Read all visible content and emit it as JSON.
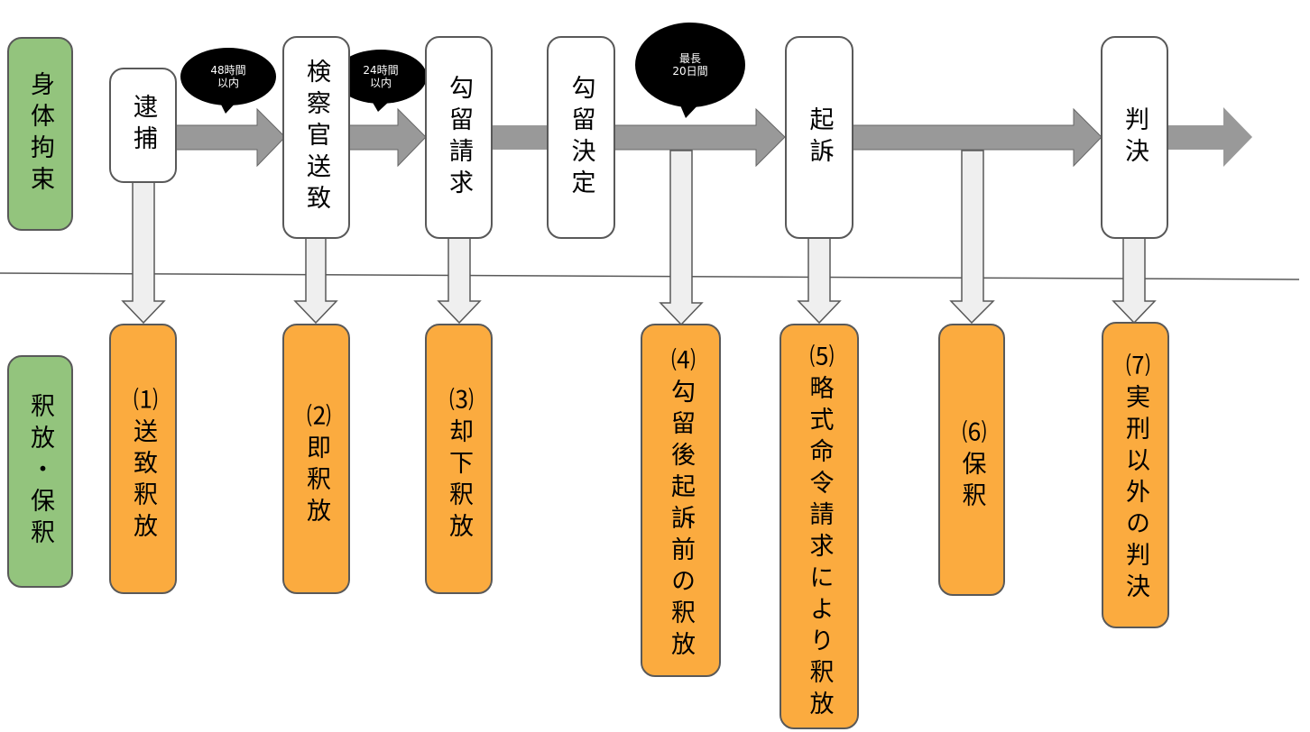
{
  "side_labels": {
    "restraint": "身体拘束",
    "release": "釈放・保釈"
  },
  "steps": [
    {
      "id": "arrest",
      "label": "逮捕"
    },
    {
      "id": "referral",
      "label": "検察官送致"
    },
    {
      "id": "detention-request",
      "label": "勾留請求"
    },
    {
      "id": "detention-decision",
      "label": "勾留決定"
    },
    {
      "id": "indictment",
      "label": "起訴"
    },
    {
      "id": "judgment",
      "label": "判決"
    }
  ],
  "time_limits": [
    {
      "line1": "48時間",
      "line2": "以内"
    },
    {
      "line1": "24時間",
      "line2": "以内"
    },
    {
      "line1": "最長",
      "line2": "20日間"
    }
  ],
  "releases": [
    {
      "num": "⑴",
      "text": "送致釈放"
    },
    {
      "num": "⑵",
      "text": "即釈放"
    },
    {
      "num": "⑶",
      "text": "却下釈放"
    },
    {
      "num": "⑷",
      "text": "勾留後起訴前の釈放"
    },
    {
      "num": "⑸",
      "text": "略式命令請求により釈放"
    },
    {
      "num": "⑹",
      "text": "保釈"
    },
    {
      "num": "⑺",
      "text": "実刑以外の判決"
    }
  ],
  "colors": {
    "side_green": "#93c47d",
    "release_orange": "#fbab3f",
    "main_arrow": "#999999",
    "branch_arrow": "#efefef",
    "bubble": "#000000"
  }
}
